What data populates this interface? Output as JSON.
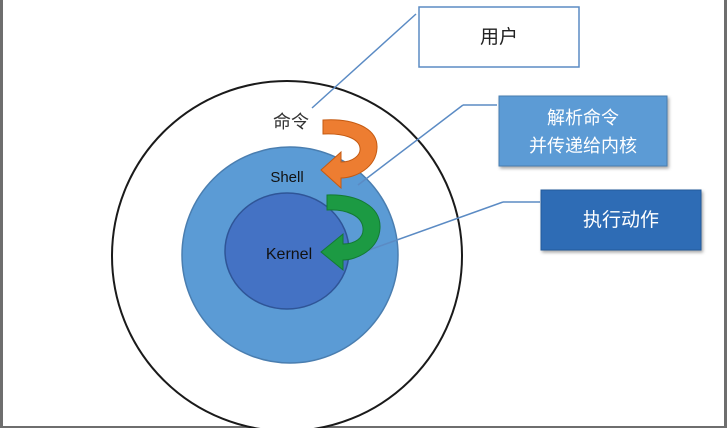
{
  "diagram": {
    "rings": {
      "user_ring_label": "命令",
      "shell_label": "Shell",
      "kernel_label": "Kernel"
    },
    "callouts": {
      "user": "用户",
      "shell_line1": "解析命令",
      "shell_line2": "并传递给内核",
      "kernel": "执行动作"
    }
  },
  "colors": {
    "shell_fill": "#5b9bd5",
    "kernel_fill": "#4472c4",
    "kernel_box_fill": "#2e6cb5",
    "orange_arrow": "#ed7d31",
    "green_arrow": "#1c9a43",
    "leader_line": "#5b8bc4"
  }
}
